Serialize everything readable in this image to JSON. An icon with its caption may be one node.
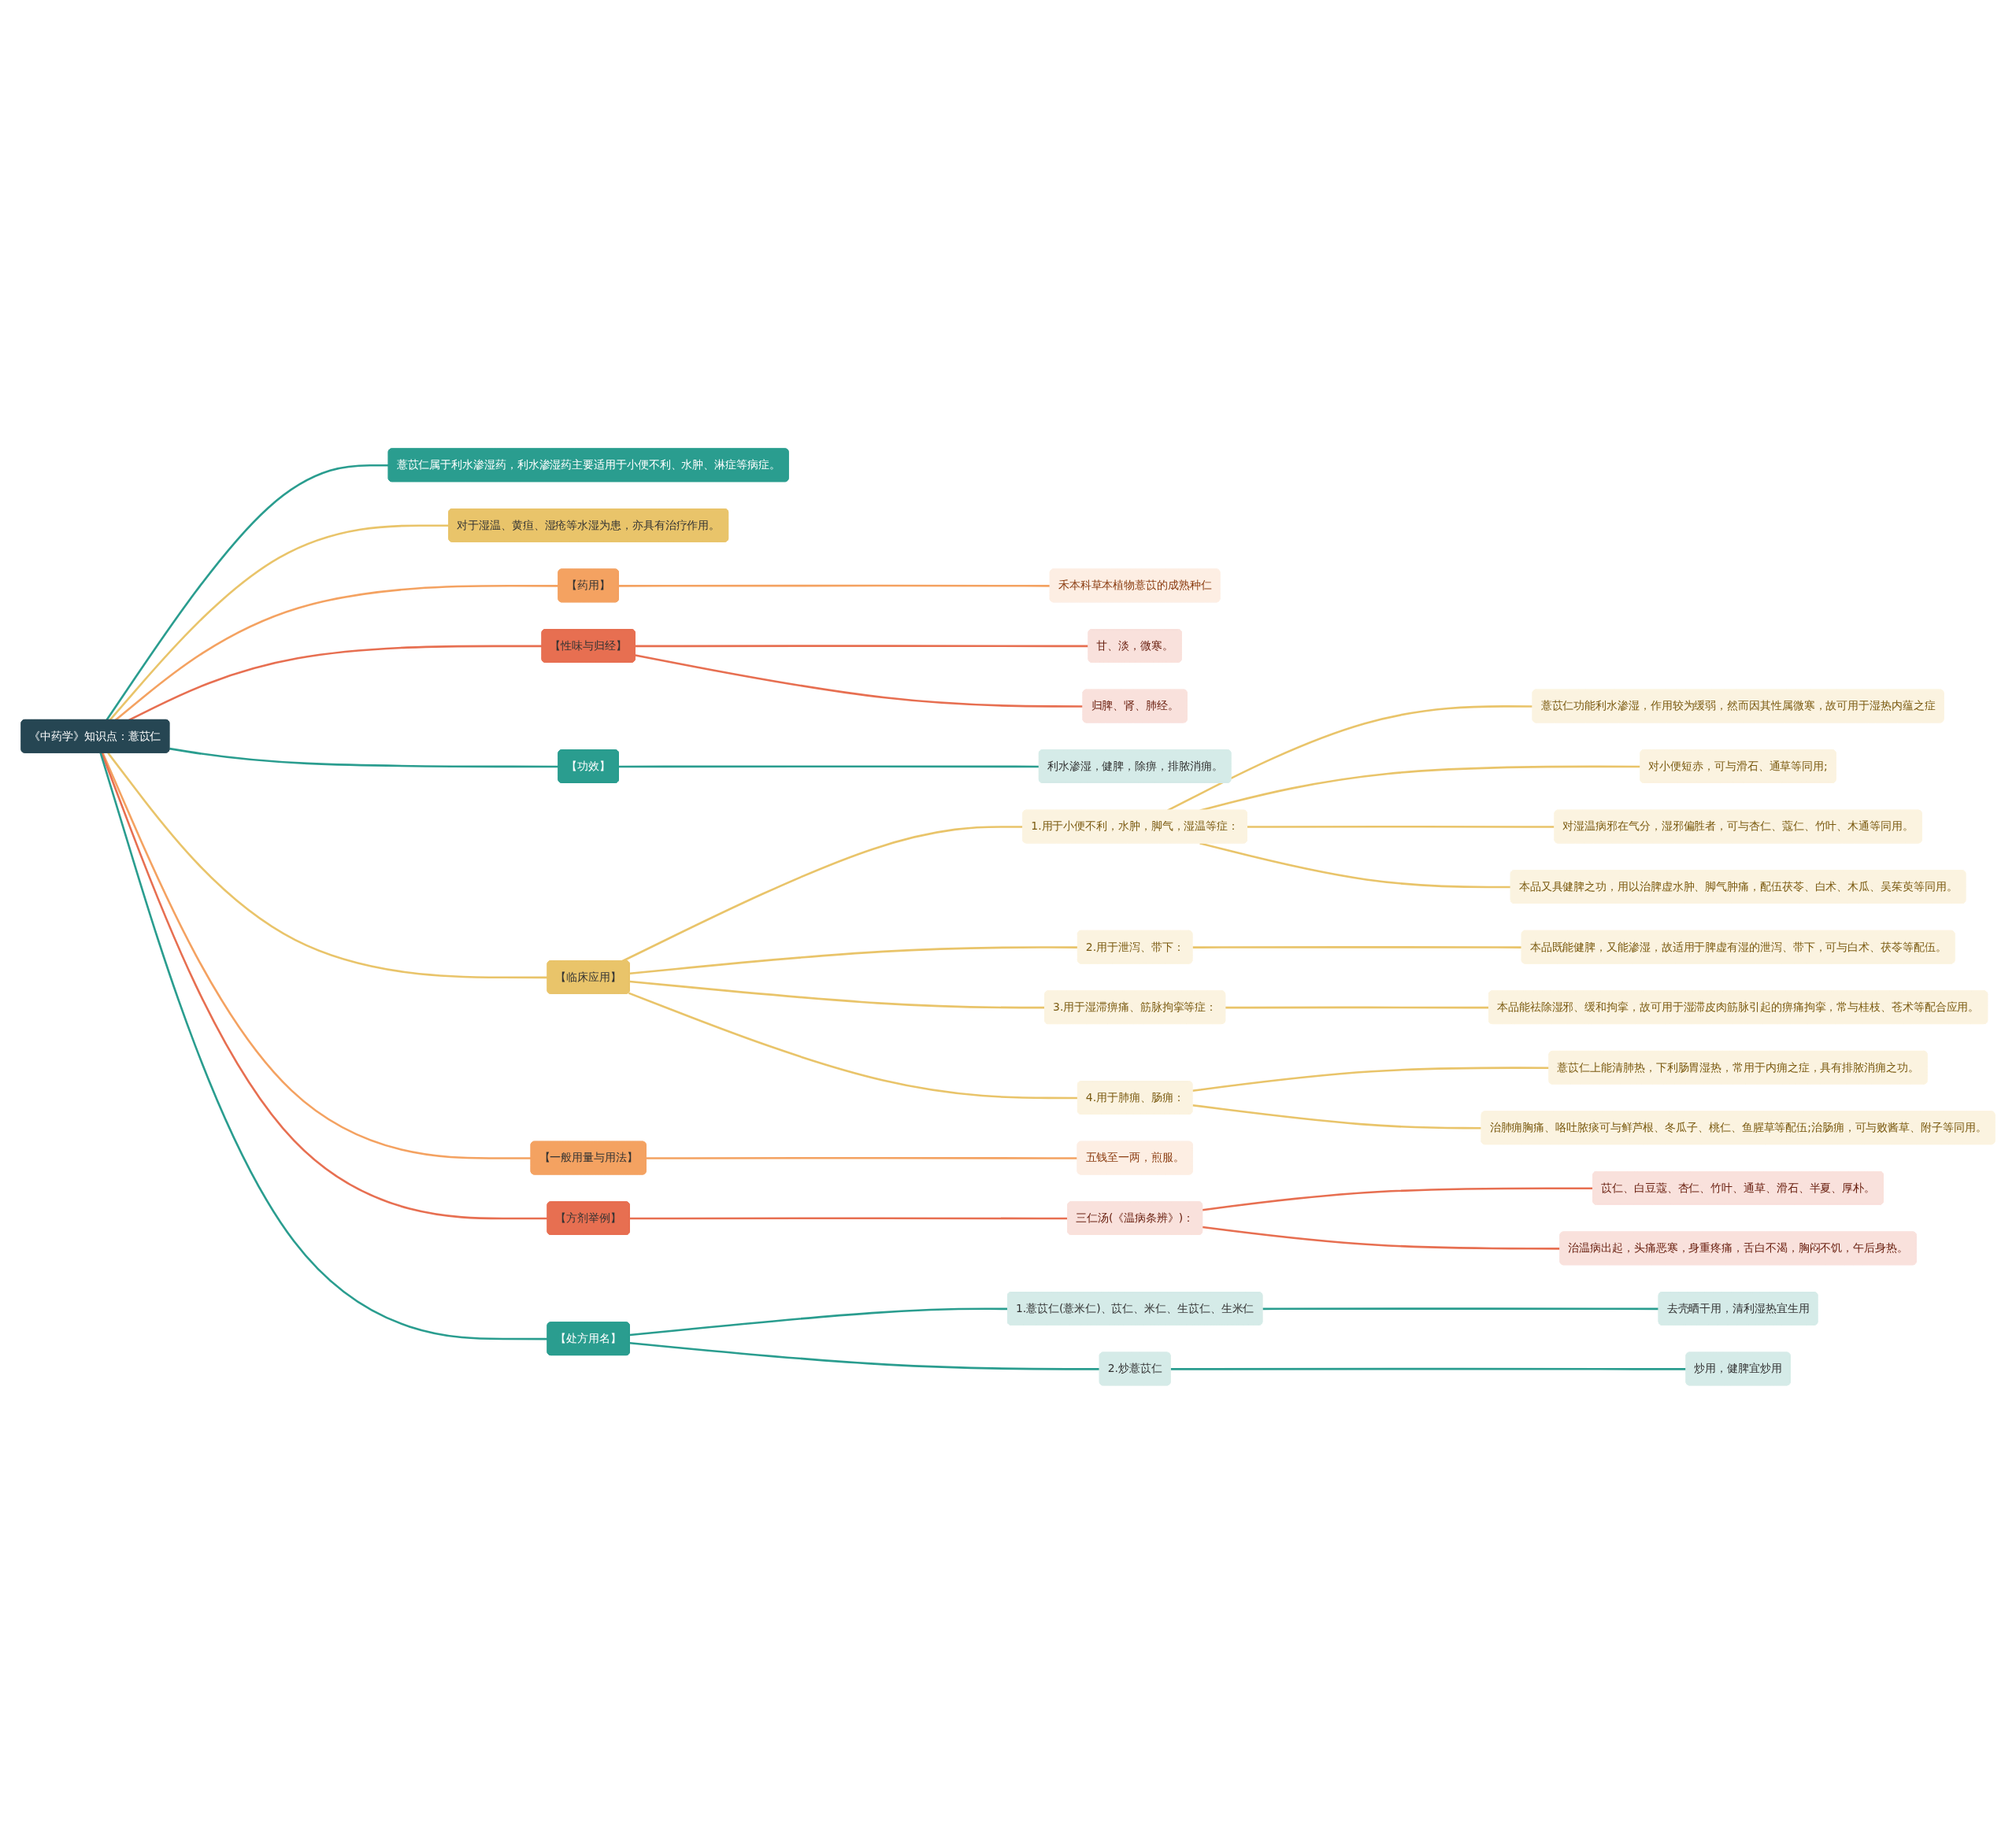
{
  "diagram": {
    "nodes": [
      {
        "text": [
          "《中药学》知识点：薏苡仁"
        ]
      },
      {
        "text": [
          "薏苡仁属于利水渗湿药，利水渗湿药主要适用于小便不利、水肿、淋症等病症。"
        ]
      },
      {
        "text": [
          "对于湿温、黄疸、湿疮等水湿为患，亦具有治疗作用。"
        ]
      },
      {
        "text": [
          "【药用】"
        ]
      },
      {
        "text": [
          "禾本科草本植物薏苡的成熟种仁"
        ]
      },
      {
        "text": [
          "【性味与归经】"
        ]
      },
      {
        "text": [
          "甘、淡，微寒。"
        ]
      },
      {
        "text": [
          "归脾、肾、肺经。"
        ]
      },
      {
        "text": [
          "【功效】"
        ]
      },
      {
        "text": [
          "利水渗湿，健脾，除痹，排脓消痈。"
        ]
      },
      {
        "text": [
          "【临床应用】"
        ]
      },
      {
        "text": [
          "1.用于小便不利，水肿，脚气，湿温等症："
        ]
      },
      {
        "text": [
          "薏苡仁功能利水渗湿，作用较为缓弱，然而因其性属微寒，故可用于湿热内蕴之症"
        ]
      },
      {
        "text": [
          "对小便短赤，可与滑石、通草等同用;"
        ]
      },
      {
        "text": [
          "对湿温病邪在气分，湿邪偏胜者，可与杏仁、蔻仁、竹叶、木通等同用。"
        ]
      },
      {
        "text": [
          "本品又具健脾之功，用以治脾虚水肿、脚气肿痛，配伍茯苓、白术、木瓜、吴茱萸等同用。"
        ]
      },
      {
        "text": [
          "2.用于泄泻、带下："
        ]
      },
      {
        "text": [
          "本品既能健脾，又能渗湿，故适用于脾虚有湿的泄泻、带下，可与白术、茯苓等配伍。"
        ]
      },
      {
        "text": [
          "3.用于湿滞痹痛、筋脉拘挛等症："
        ]
      },
      {
        "text": [
          "本品能祛除湿邪、缓和拘挛，故可用于湿滞皮肉筋脉引起的痹痛拘挛，常与桂枝、苍术等配合应用。"
        ]
      },
      {
        "text": [
          "4.用于肺痈、肠痈："
        ]
      },
      {
        "text": [
          "薏苡仁上能清肺热，下利肠胃湿热，常用于内痈之症，具有排脓消痈之功。"
        ]
      },
      {
        "text": [
          "治肺痈胸痛、咯吐脓痰可与鲜芦根、冬瓜子、桃仁、鱼腥草等配伍;治肠痈，可与败酱草、附子等同用。"
        ]
      },
      {
        "text": [
          "【一般用量与用法】"
        ]
      },
      {
        "text": [
          "五钱至一两，煎服。"
        ]
      },
      {
        "text": [
          "【方剂举例】"
        ]
      },
      {
        "text": [
          "三仁汤(《温病条辨》)："
        ]
      },
      {
        "text": [
          "苡仁、白豆蔻、杏仁、竹叶、通草、滑石、半夏、厚朴。"
        ]
      },
      {
        "text": [
          "治温病出起，头痛恶寒，身重疼痛，舌白不渴，胸闷不饥，午后身热。"
        ]
      },
      {
        "text": [
          "【处方用名】"
        ]
      },
      {
        "text": [
          "1.薏苡仁(薏米仁)、苡仁、米仁、生苡仁、生米仁"
        ]
      },
      {
        "text": [
          "去壳晒干用，清利湿热宜生用"
        ]
      },
      {
        "text": [
          "2.炒薏苡仁"
        ]
      },
      {
        "text": [
          "炒用，健脾宜炒用"
        ]
      }
    ],
    "edges": [
      {
        "from": 0,
        "to": 1,
        "arrow": "none",
        "color": "#2a9d8f"
      },
      {
        "from": 0,
        "to": 2,
        "arrow": "none"
      },
      {
        "from": 0,
        "to": 3,
        "arrow": "none",
        "color": "#f4a261"
      },
      {
        "from": 3,
        "to": 4,
        "arrow": "none",
        "color": "#f4a261"
      },
      {
        "from": 0,
        "to": 5,
        "arrow": "none",
        "color": "#e76f51"
      },
      {
        "from": 5,
        "to": 6,
        "arrow": "none",
        "color": "#e76f51"
      },
      {
        "from": 5,
        "to": 7,
        "arrow": "none",
        "color": "#e76f51"
      },
      {
        "from": 0,
        "to": 8,
        "arrow": "none",
        "color": "#2a9d8f"
      },
      {
        "from": 8,
        "to": 9,
        "arrow": "none",
        "color": "#2a9d8f"
      },
      {
        "from": 0,
        "to": 10,
        "arrow": "none"
      },
      {
        "from": 10,
        "to": 11,
        "arrow": "none"
      },
      {
        "from": 11,
        "to": 12,
        "arrow": "none"
      },
      {
        "from": 11,
        "to": 13,
        "arrow": "none"
      },
      {
        "from": 11,
        "to": 14,
        "arrow": "none"
      },
      {
        "from": 11,
        "to": 15,
        "arrow": "none"
      },
      {
        "from": 10,
        "to": 16,
        "arrow": "none"
      },
      {
        "from": 16,
        "to": 17,
        "arrow": "none"
      },
      {
        "from": 10,
        "to": 18,
        "arrow": "none"
      },
      {
        "from": 18,
        "to": 19,
        "arrow": "none"
      },
      {
        "from": 10,
        "to": 20,
        "arrow": "none"
      },
      {
        "from": 20,
        "to": 21,
        "arrow": "none"
      },
      {
        "from": 20,
        "to": 22,
        "arrow": "none"
      },
      {
        "from": 0,
        "to": 23,
        "arrow": "none",
        "color": "#f4a261"
      },
      {
        "from": 23,
        "to": 24,
        "arrow": "none",
        "color": "#f4a261"
      },
      {
        "from": 0,
        "to": 25,
        "arrow": "none",
        "color": "#e76f51"
      },
      {
        "from": 25,
        "to": 26,
        "arrow": "none",
        "color": "#e76f51"
      },
      {
        "from": 26,
        "to": 27,
        "arrow": "none",
        "color": "#e76f51"
      },
      {
        "from": 26,
        "to": 28,
        "arrow": "none",
        "color": "#e76f51"
      },
      {
        "from": 0,
        "to": 29,
        "arrow": "none",
        "color": "#2a9d8f"
      },
      {
        "from": 29,
        "to": 30,
        "arrow": "none",
        "color": "#2a9d8f"
      },
      {
        "from": 30,
        "to": 31,
        "arrow": "none",
        "color": "#2a9d8f"
      },
      {
        "from": 29,
        "to": 32,
        "arrow": "none",
        "color": "#2a9d8f"
      },
      {
        "from": 32,
        "to": 33,
        "arrow": "none",
        "color": "#2a9d8f"
      }
    ]
  }
}
